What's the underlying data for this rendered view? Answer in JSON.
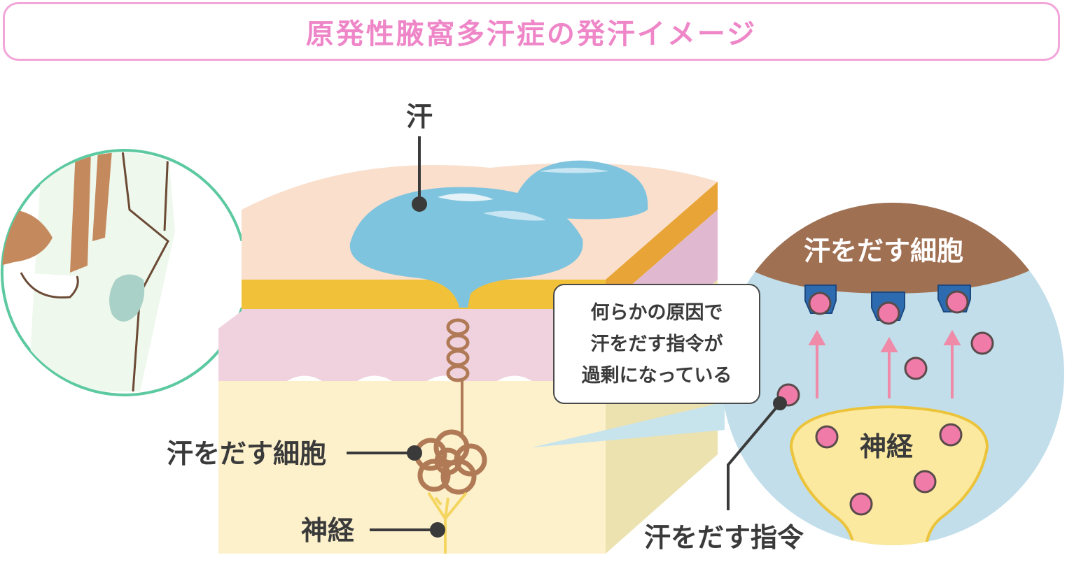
{
  "title": "原発性腋窩多汗症の発汗イメージ",
  "labels": {
    "sweat": "汗",
    "sweat_cell": "汗をだす細胞",
    "nerve": "神経",
    "command": "汗をだす指令"
  },
  "callout": {
    "lines": [
      "何らかの原因で",
      "汗をだす指令が",
      "過剰になっている"
    ]
  },
  "zoom": {
    "cell_label": "汗をだす細胞",
    "nerve_label": "神経"
  },
  "colors": {
    "title_pink": "#ee86c8",
    "zoom_border": "#5cc9a0",
    "sweat_blue": "#7fc4de",
    "skin_top": "#f9dfcc",
    "skin_gold": "#f2c13a",
    "dermis_pink": "#f0d2de",
    "fat_cream": "#fdf1cc",
    "gland_brown": "#b07a56",
    "nerve_yellow": "#f4d560",
    "signal_pink": "#f07ba8"
  }
}
